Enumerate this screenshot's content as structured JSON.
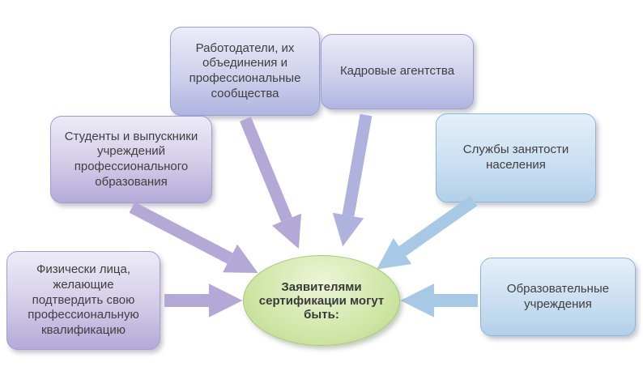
{
  "diagram": {
    "center": {
      "label": "Заявителями сертификации могут быть:"
    },
    "boxes": [
      {
        "id": "employers",
        "label": "Работодатели, их объединения и профессиональные сообщества"
      },
      {
        "id": "agencies",
        "label": "Кадровые агентства"
      },
      {
        "id": "students",
        "label": "Студенты и выпускники учреждений профессионального образования"
      },
      {
        "id": "employment",
        "label": "Службы занятости населения"
      },
      {
        "id": "individuals",
        "label": "Физически лица, желающие подтвердить свою профессиональную квалификацию"
      },
      {
        "id": "educational",
        "label": "Образовательные учреждения"
      }
    ],
    "arrows": [
      {
        "from": "individuals",
        "to": "center"
      },
      {
        "from": "students",
        "to": "center"
      },
      {
        "from": "employers",
        "to": "center"
      },
      {
        "from": "agencies",
        "to": "center"
      },
      {
        "from": "employment",
        "to": "center"
      },
      {
        "from": "educational",
        "to": "center"
      }
    ],
    "colors": {
      "box_lavender": "#b3aad7",
      "box_periwinkle": "#b0b4e0",
      "box_blue": "#b2d0e9",
      "ellipse_green": "#bcd989",
      "arrow_purple": "#b3a8d6",
      "arrow_periwinkle": "#aeb2dd",
      "arrow_blue": "#a7c9e5",
      "text": "#3f3f3f"
    }
  }
}
